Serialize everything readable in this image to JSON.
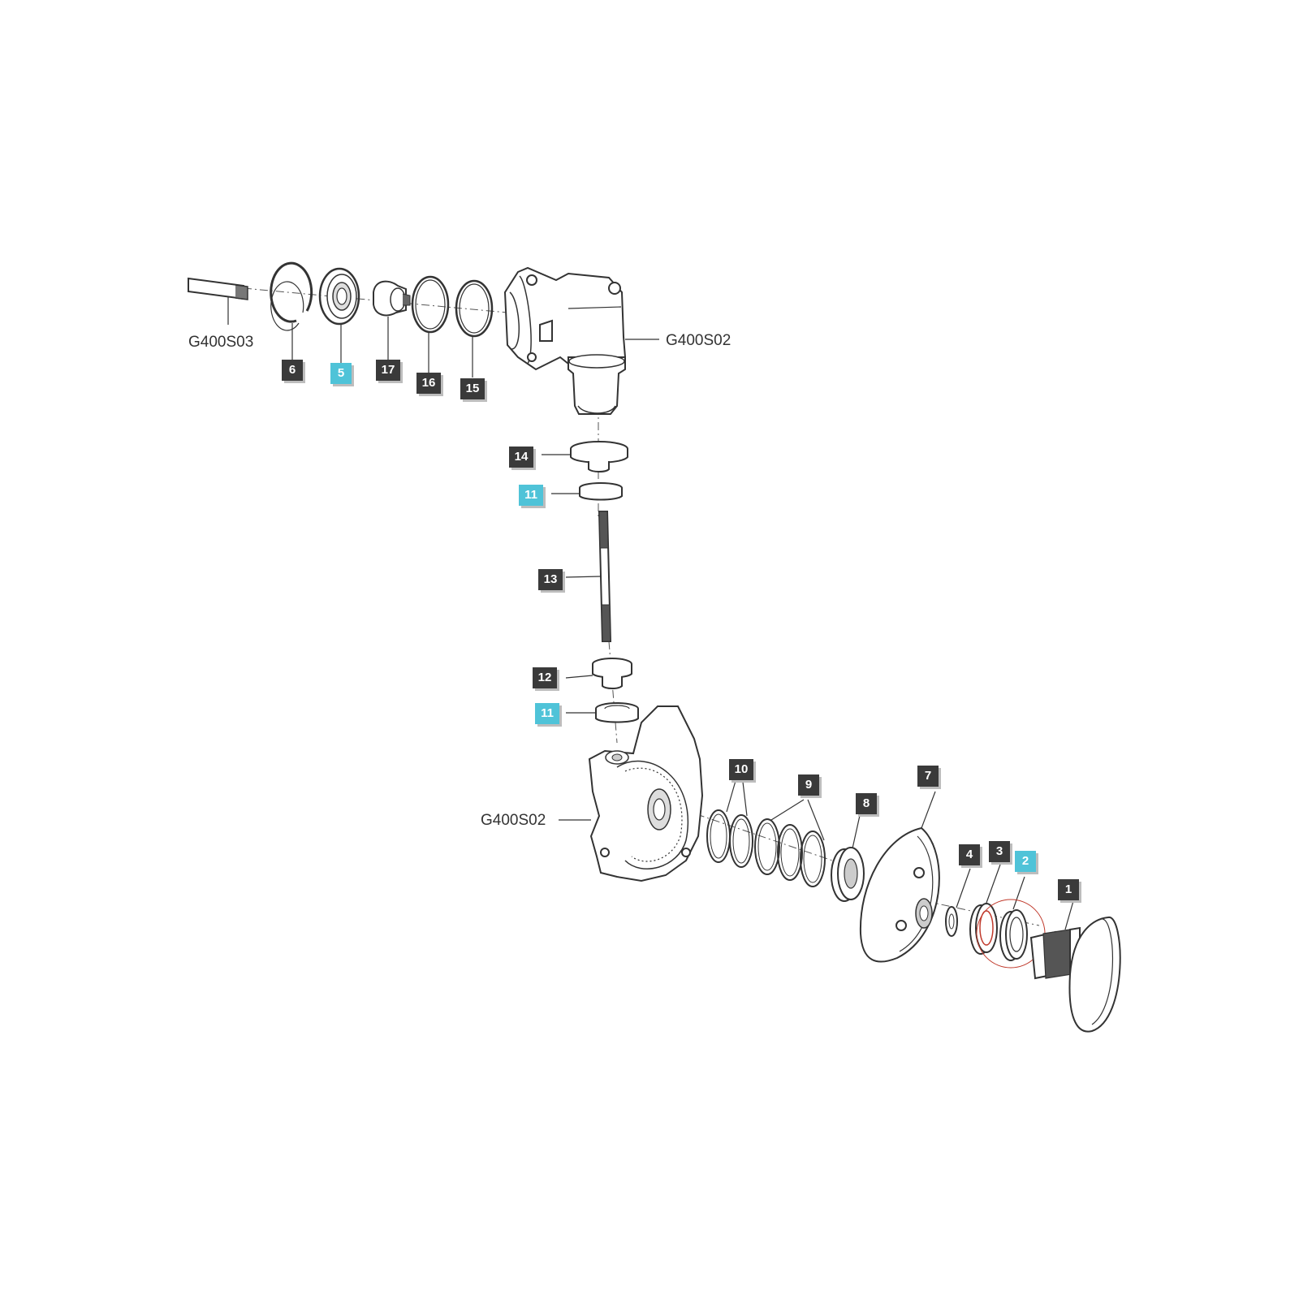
{
  "colors": {
    "callout_dark": "#3a3a3a",
    "callout_highlight": "#4fc3d8",
    "line": "#333333",
    "circle_marker": "#c0392b"
  },
  "highlighted_parts": [
    "2",
    "5",
    "11"
  ],
  "references": {
    "shaft_ref": "G400S03",
    "upper_housing_ref": "G400S02",
    "lower_housing_ref": "G400S02"
  },
  "callouts": {
    "p1": "1",
    "p2": "2",
    "p3": "3",
    "p4": "4",
    "p5": "5",
    "p6": "6",
    "p7": "7",
    "p8": "8",
    "p9": "9",
    "p10": "10",
    "p11_upper": "11",
    "p11_lower": "11",
    "p12": "12",
    "p13": "13",
    "p14": "14",
    "p15": "15",
    "p16": "16",
    "p17": "17"
  }
}
